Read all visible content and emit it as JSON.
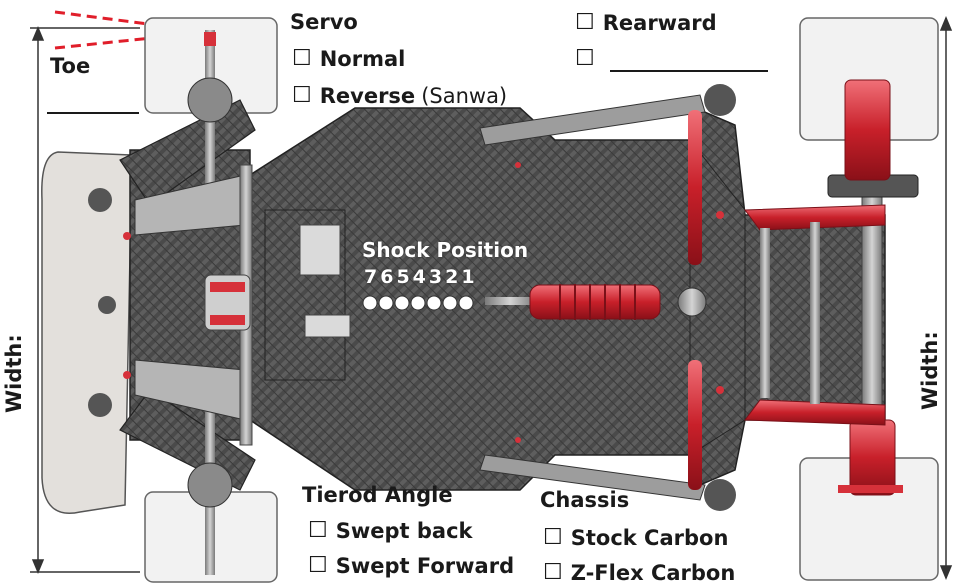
{
  "labels": {
    "toe": "Toe",
    "servo": "Servo",
    "servo_normal": "Normal",
    "servo_reverse": "Reverse",
    "servo_reverse_note": "(Sanwa)",
    "rearward": "Rearward",
    "shock_position_title": "Shock Position",
    "shock_position_digits": "7654321",
    "tierod_angle": "Tierod Angle",
    "swept_back": "Swept back",
    "swept_forward": "Swept Forward",
    "chassis": "Chassis",
    "stock_carbon": "Stock Carbon",
    "zflex_carbon": "Z-Flex Carbon",
    "width_left": "Width:",
    "width_right": "Width:"
  },
  "checkbox_glyph": "☐",
  "colors": {
    "carbon": "#4a4a4a",
    "carbon_light": "#6b6b6b",
    "anodized_red": "#d6313a",
    "metal": "#9a9a9a",
    "tire": "#f2f2f2",
    "bumper": "#e3e0dc",
    "toe_dash": "#e01e2a"
  },
  "shock_positions": 7
}
